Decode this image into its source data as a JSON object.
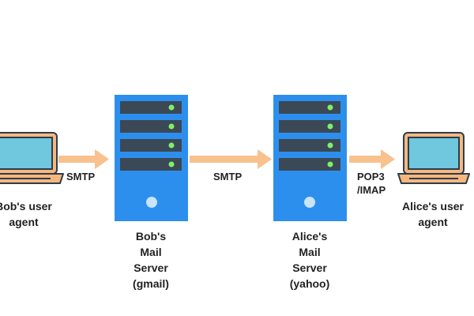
{
  "colors": {
    "laptop_body": "#f6b77f",
    "laptop_outline": "#2e3d4c",
    "laptop_screen": "#6fc8de",
    "server_body": "#2d8fed",
    "server_bay": "#3b4956",
    "server_led": "#7ef068",
    "server_power": "#c9e4fb",
    "arrow": "#f8c18e"
  },
  "nodes": {
    "bob_agent": {
      "label": "Bob's user\nagent",
      "icon": "laptop-icon"
    },
    "bob_server": {
      "label": "Bob's\nMail\nServer\n(gmail)",
      "icon": "server-icon"
    },
    "alice_server": {
      "label": "Alice's\nMail\nServer\n(yahoo)",
      "icon": "server-icon"
    },
    "alice_agent": {
      "label": "Alice's user\nagent",
      "icon": "laptop-icon"
    }
  },
  "edges": [
    {
      "from": "bob_agent",
      "to": "bob_server",
      "label": "SMTP"
    },
    {
      "from": "bob_server",
      "to": "alice_server",
      "label": "SMTP"
    },
    {
      "from": "alice_server",
      "to": "alice_agent",
      "label": "POP3\n/IMAP"
    }
  ]
}
